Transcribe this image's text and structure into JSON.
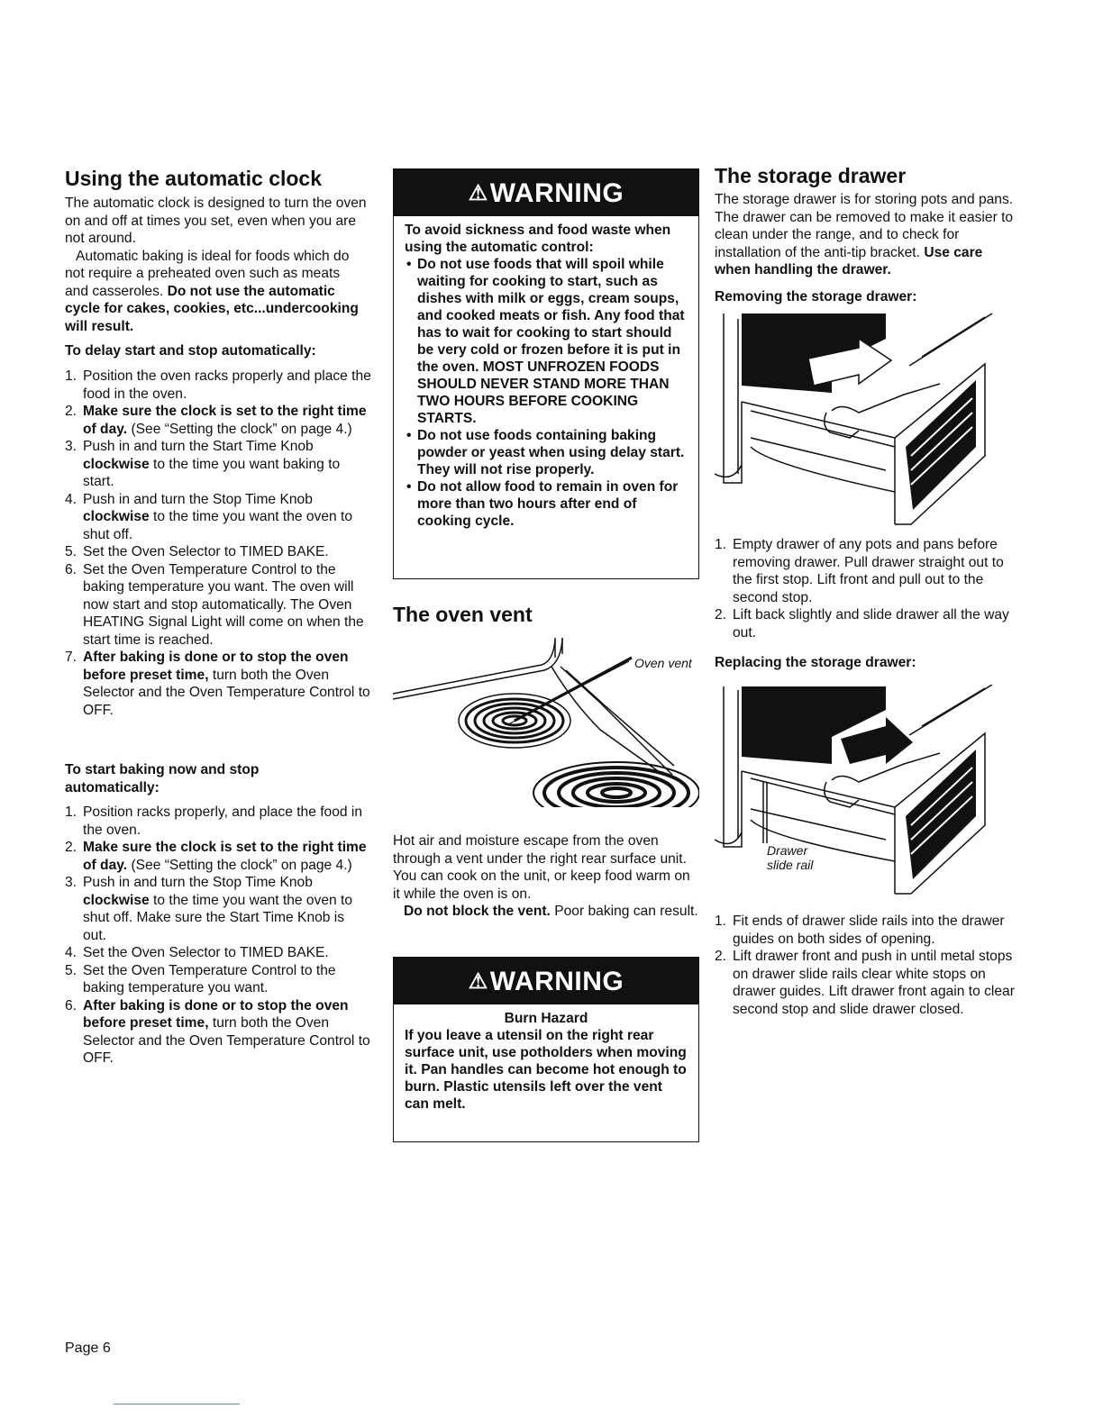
{
  "col1": {
    "heading": "Using the automatic clock",
    "intro1": "The automatic clock is designed to turn the oven on and off at times you set, even when you are not around.",
    "intro2_plain": "Automatic baking is ideal for foods which do not require a preheated oven such as meats and casseroles. ",
    "intro2_bold": "Do not use the automatic cycle for cakes, cookies, etc...undercooking will result.",
    "delay_title": "To delay start and stop automatically:",
    "delay_steps": [
      {
        "n": "1.",
        "bold": "",
        "text": "Position the oven racks properly and place the food in the oven."
      },
      {
        "n": "2.",
        "bold": "Make sure the clock is set to the right time of day.",
        "text": " (See “Setting the clock” on page 4.)"
      },
      {
        "n": "3.",
        "pre": "Push in and turn the Start Time Knob ",
        "bold": "clockwise",
        "text": " to the time you want baking to start."
      },
      {
        "n": "4.",
        "pre": "Push in and turn the Stop Time Knob ",
        "bold": "clockwise",
        "text": " to the time you want the oven to shut off."
      },
      {
        "n": "5.",
        "bold": "",
        "text": "Set the Oven Selector to TIMED BAKE."
      },
      {
        "n": "6.",
        "bold": "",
        "text": "Set the Oven Temperature Control to the baking temperature you want. The oven will now start and stop automatically. The Oven HEATING Signal Light will come on when the start time is reached."
      },
      {
        "n": "7.",
        "bold": "After baking is done or to stop the oven before preset time,",
        "text": " turn both the Oven Selector and the Oven Temperature Control to OFF."
      }
    ],
    "now_title": "To start baking now and stop automatically:",
    "now_steps": [
      {
        "n": "1.",
        "bold": "",
        "text": "Position racks properly, and place the food in the oven."
      },
      {
        "n": "2.",
        "bold": "Make sure the clock is set to the right time of day.",
        "text": " (See “Setting the clock” on page 4.)"
      },
      {
        "n": "3.",
        "pre": "Push in and turn the Stop Time Knob ",
        "bold": "clockwise",
        "text": " to the time you want the oven to shut off. Make sure the Start Time Knob is out."
      },
      {
        "n": "4.",
        "bold": "",
        "text": "Set the Oven Selector to TIMED BAKE."
      },
      {
        "n": "5.",
        "bold": "",
        "text": "Set the Oven Temperature Control to the baking temperature you want."
      },
      {
        "n": "6.",
        "bold": "After baking is done or to stop the oven before preset time,",
        "text": " turn both the Oven Selector and the Oven Temperature Control to OFF."
      }
    ]
  },
  "warning1": {
    "label": "WARNING",
    "intro": "To avoid sickness and food waste when using the automatic control:",
    "bullets": [
      "Do not use foods that will spoil while waiting for cooking to start, such as dishes with milk or eggs, cream soups, and cooked meats or fish. Any food that has to wait for cooking to start should be very cold or frozen before it is put in the oven. MOST UNFROZEN FOODS SHOULD NEVER STAND MORE THAN TWO HOURS BEFORE COOKING STARTS.",
      "Do not use foods containing baking powder or yeast when using delay start. They will not rise properly.",
      "Do not allow food to remain in oven for more than two hours after end of cooking cycle."
    ]
  },
  "vent": {
    "heading": "The oven vent",
    "caption": "Oven vent",
    "para1": "Hot air and moisture escape from the oven through a vent under the right rear surface unit. You can cook on the unit, or keep food warm on it while the oven is on.",
    "para2_bold": "Do not block the vent.",
    "para2_plain": " Poor baking can result."
  },
  "warning2": {
    "label": "WARNING",
    "title": "Burn Hazard",
    "text": "If you leave a utensil on the right rear surface unit, use potholders when moving it. Pan handles can become hot enough to burn. Plastic utensils left over the vent can melt."
  },
  "drawer": {
    "heading": "The storage drawer",
    "para_plain": "The storage drawer is for storing pots and pans. The drawer can be removed to make it easier to clean under the range, and to check for installation of the anti-tip bracket. ",
    "para_bold": "Use care when handling the drawer.",
    "remove_title": "Removing the storage drawer:",
    "remove_steps": [
      {
        "n": "1.",
        "text": "Empty drawer of any pots and pans before removing drawer. Pull drawer straight out to the first stop. Lift front and pull out to the second stop."
      },
      {
        "n": "2.",
        "text": "Lift back slightly and slide drawer all the way out."
      }
    ],
    "replace_title": "Replacing the storage drawer:",
    "rail_caption_1": "Drawer",
    "rail_caption_2": "slide rail",
    "replace_steps": [
      {
        "n": "1.",
        "text": "Fit ends of drawer slide rails into the drawer guides on both sides of opening."
      },
      {
        "n": "2.",
        "text": "Lift drawer front and push in until metal stops on drawer slide rails clear white stops on drawer guides. Lift drawer front again to clear second stop and slide drawer closed."
      }
    ]
  },
  "footer": {
    "page": "Page 6"
  }
}
